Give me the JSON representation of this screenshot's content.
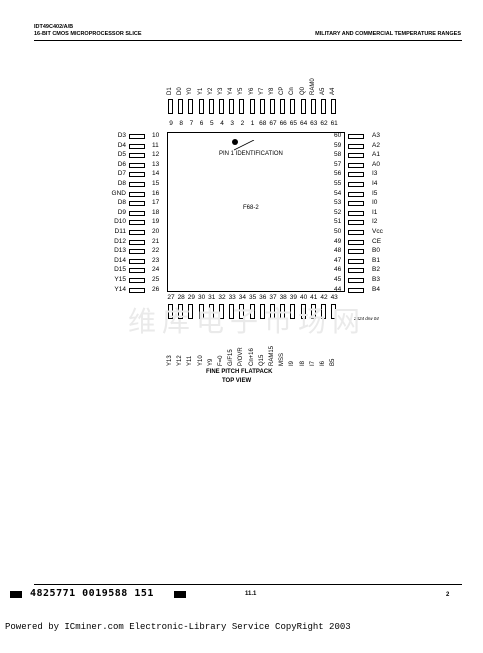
{
  "header": {
    "part": "IDT49C402/A/B",
    "subtitle": "16-BIT CMOS MICROPROCESSOR SLICE",
    "right": "MILITARY AND COMMERCIAL TEMPERATURE RANGES"
  },
  "diagram": {
    "pin1_label": "PIN 1 IDENTIFICATION",
    "package_code": "F68-2",
    "figure_ref": "2524 drw 04",
    "caption_line1": "FINE  PITCH FLATPACK",
    "caption_line2": "TOP VIEW",
    "watermark": "维库电子市场网",
    "top_labels": [
      "D1",
      "D0",
      "Y0",
      "Y1",
      "Y2",
      "Y3",
      "Y4",
      "Y5",
      "Y6",
      "Y7",
      "Y8",
      "CP",
      "Cn",
      "Q0",
      "RAM0",
      "A5",
      "A4"
    ],
    "top_numbers": [
      "9",
      "8",
      "7",
      "6",
      "5",
      "4",
      "3",
      "2",
      "1",
      "68",
      "67",
      "66",
      "65",
      "64",
      "63",
      "62",
      "61"
    ],
    "left_labels": [
      "D3",
      "D4",
      "D5",
      "D6",
      "D7",
      "D8",
      "GND",
      "D8",
      "D9",
      "D10",
      "D11",
      "D12",
      "D13",
      "D14",
      "D15",
      "Y15",
      "Y14"
    ],
    "left_numbers": [
      "10",
      "11",
      "12",
      "13",
      "14",
      "15",
      "16",
      "17",
      "18",
      "19",
      "20",
      "21",
      "22",
      "23",
      "24",
      "25",
      "26"
    ],
    "right_labels": [
      "A3",
      "A2",
      "A1",
      "A0",
      "I3",
      "I4",
      "I5",
      "I0",
      "I1",
      "I2",
      "Vcc",
      "CE",
      "B0",
      "B1",
      "B2",
      "B3",
      "B4"
    ],
    "right_numbers": [
      "60",
      "59",
      "58",
      "57",
      "56",
      "55",
      "54",
      "53",
      "52",
      "51",
      "50",
      "49",
      "48",
      "47",
      "46",
      "45",
      "44"
    ],
    "bottom_numbers": [
      "27",
      "28",
      "29",
      "30",
      "31",
      "32",
      "33",
      "34",
      "35",
      "36",
      "37",
      "38",
      "39",
      "40",
      "41",
      "42",
      "43"
    ],
    "bottom_labels": [
      "Y13",
      "Y12",
      "Y11",
      "Y10",
      "Y9",
      "F=0",
      "G/F15",
      "P/OVR",
      "Cn+16",
      "Q15",
      "RAM15",
      "MSS",
      "I9",
      "I8",
      "I7",
      "I6",
      "B5"
    ]
  },
  "footer": {
    "barcode": "4825771 0019588 151",
    "page_ref": "11.1",
    "page_num": "2",
    "powered": "Powered by ICminer.com Electronic-Library Service CopyRight 2003"
  }
}
